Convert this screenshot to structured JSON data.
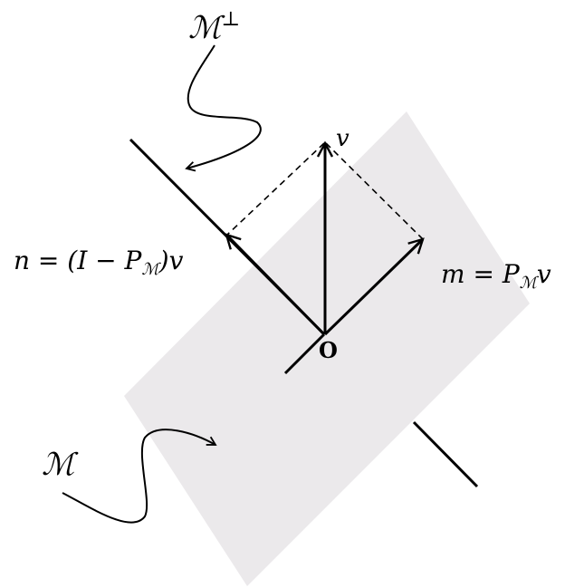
{
  "colors": {
    "plane_fill": "#ebe9eb",
    "line": "#000000"
  },
  "labels": {
    "m_perp_script": "ℳ",
    "m_perp_sup": "⊥",
    "v": "v",
    "n_lhs": "n = (I − P",
    "n_sub": "ℳ",
    "n_rhs": ")v",
    "m_lhs": "m = P",
    "m_sub": "ℳ",
    "m_rhs": "v",
    "origin": "O",
    "plane_script": "ℳ"
  }
}
